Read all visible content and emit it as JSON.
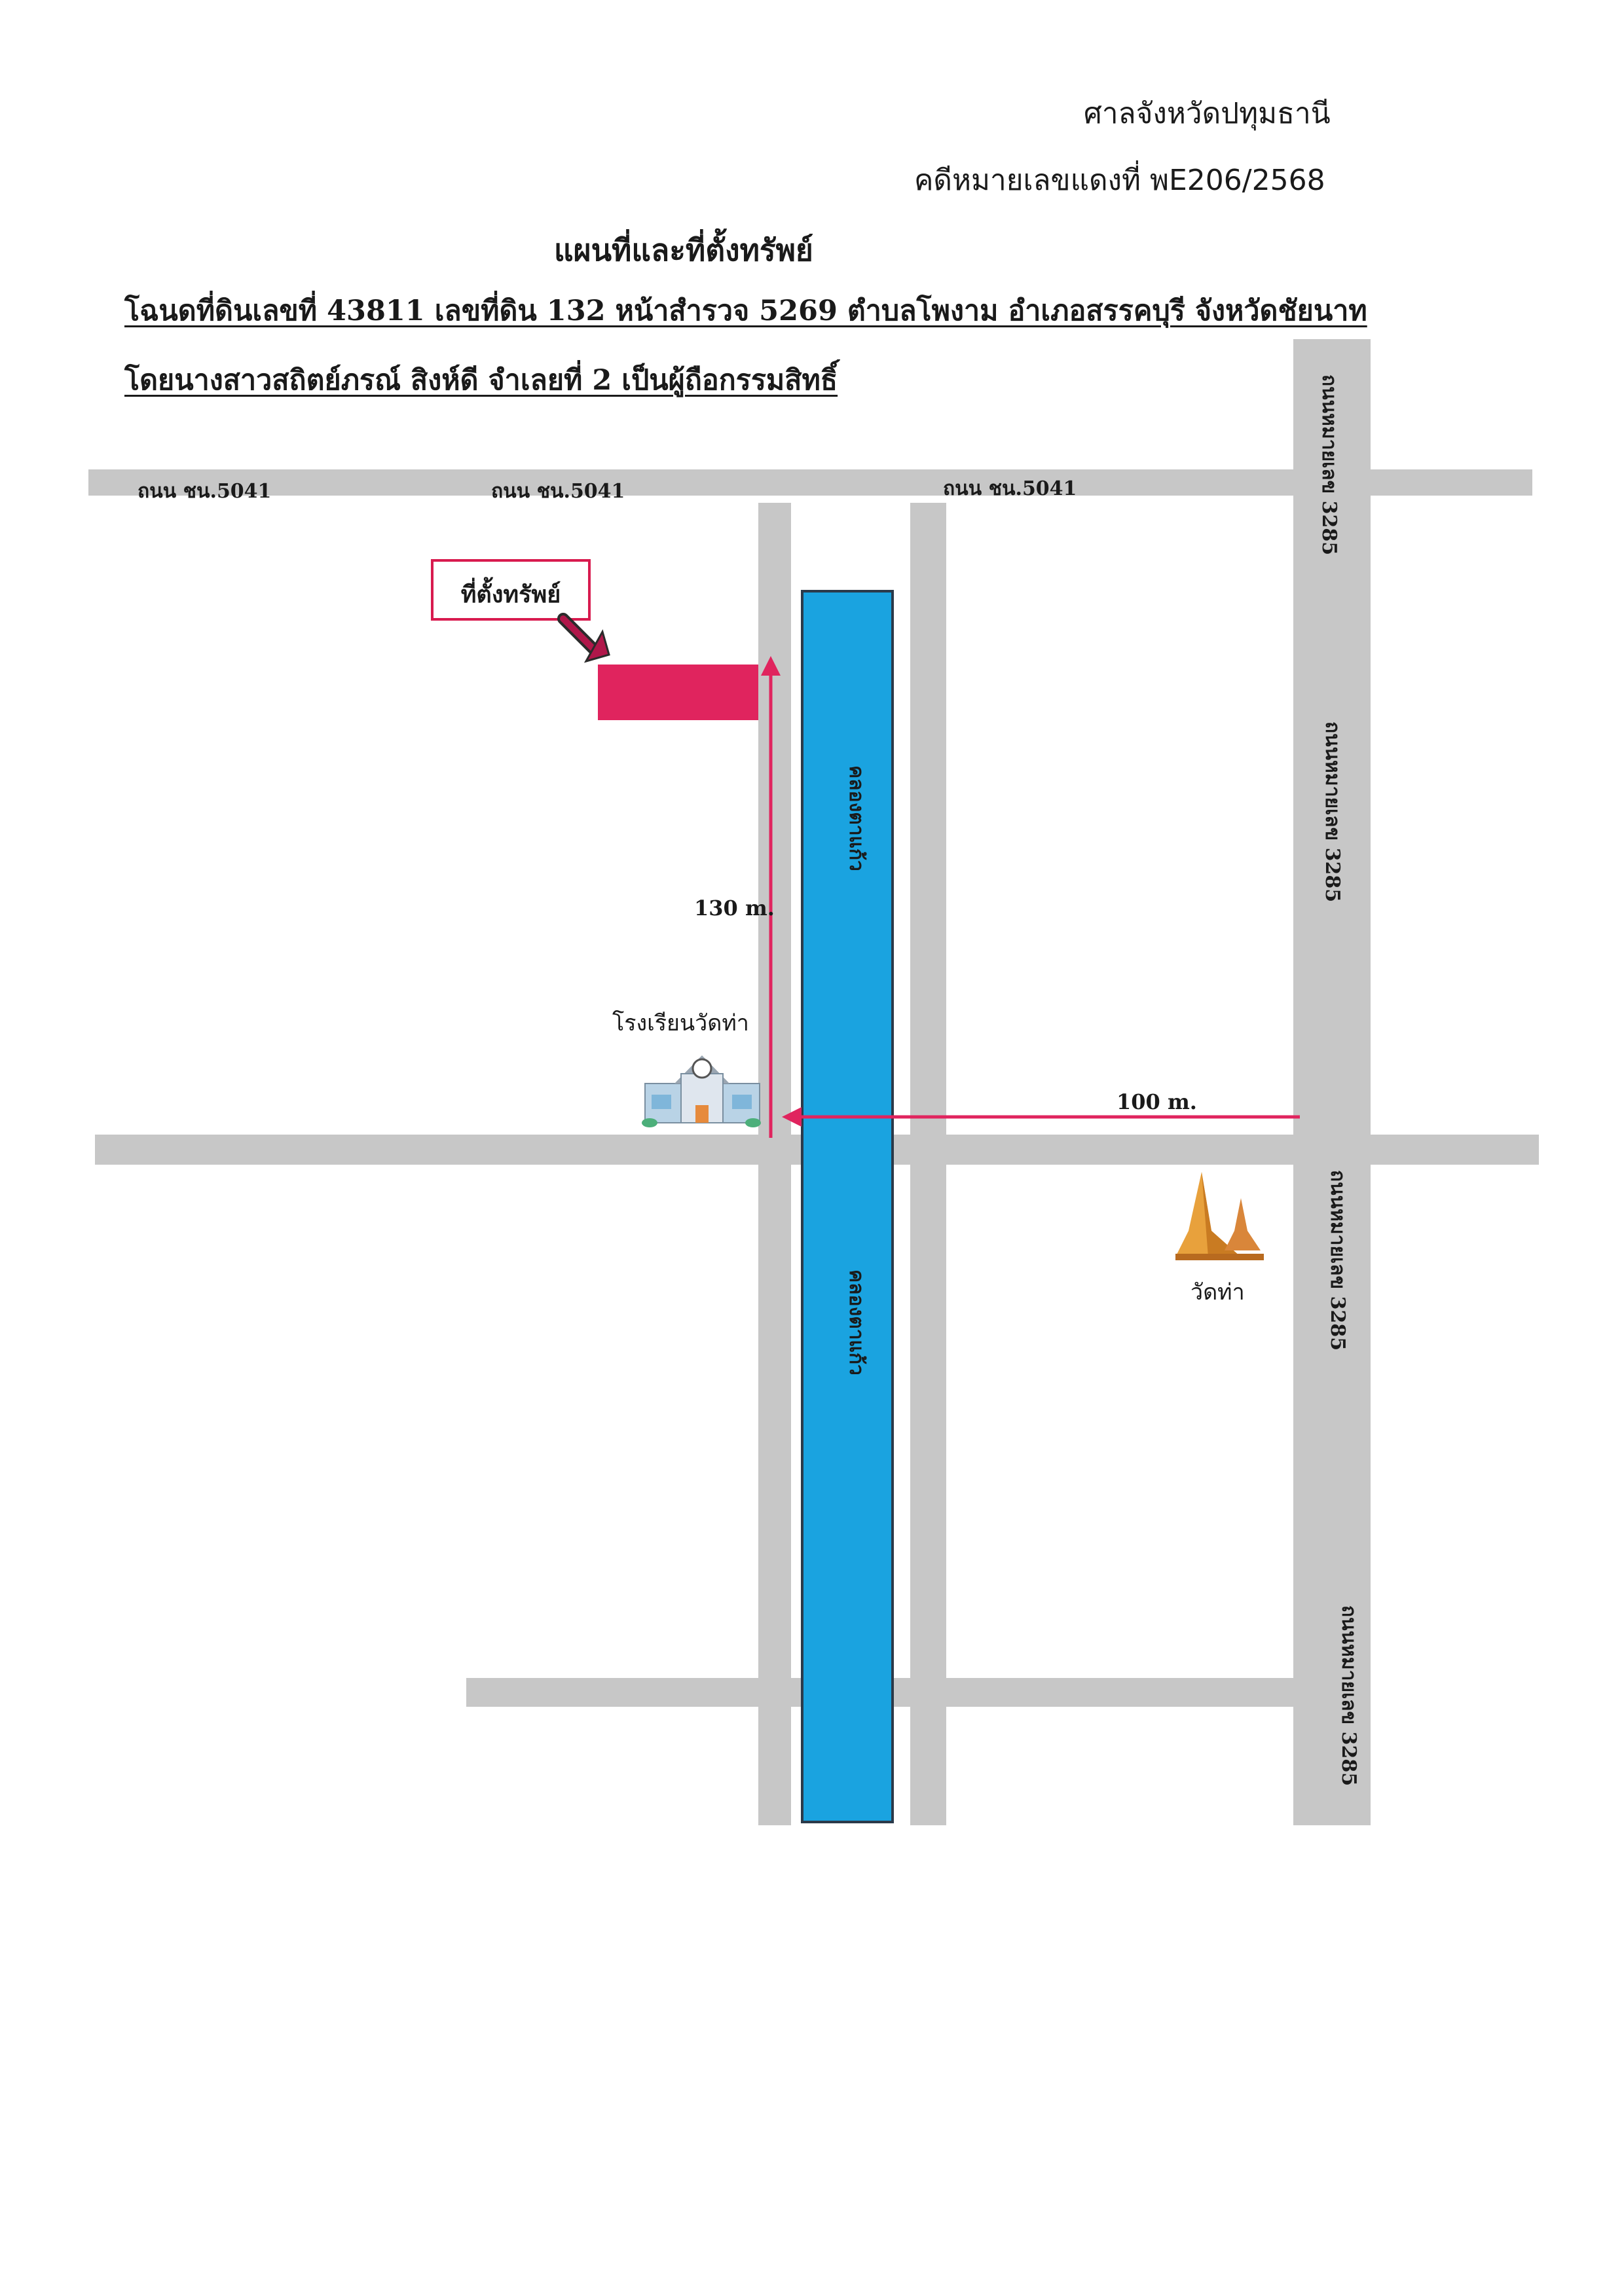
{
  "header": {
    "court": "ศาลจังหวัดปทุมธานี",
    "case_no": "คดีหมายเลขแดงที่ พE206/2568"
  },
  "title": "แผนที่และที่ตั้งทรัพย์",
  "deed_line": "โฉนดที่ดินเลขที่ 43811 เลขที่ดิน 132 หน้าสำรวจ 5269 ตำบลโพงาม อำเภอสรรคบุรี จังหวัดชัยนาท",
  "owner_line": "โดยนางสาวสถิตย์ภรณ์ สิงห์ดี จำเลยที่ 2 เป็นผู้ถือกรรมสิทธิ์",
  "map": {
    "top_road_labels": [
      "ถนน ชน.5041",
      "ถนน ชน.5041",
      "ถนน ชน.5041"
    ],
    "right_road_label": "ถนนหมายเลข 3285",
    "canal_label": "คลองตาแก้ว",
    "property_label": "ที่ตั้งทรัพย์",
    "distance_vertical": "130 m.",
    "distance_horizontal": "100 m.",
    "school_label": "โรงเรียนวัดท่า",
    "temple_label": "วัดท่า",
    "icons": [
      "school-icon",
      "temple-icon"
    ],
    "colors": {
      "road": "#c7c7c7",
      "canal": "#1aa3e0",
      "property": "#e0245e",
      "route": "#e0245e"
    }
  }
}
